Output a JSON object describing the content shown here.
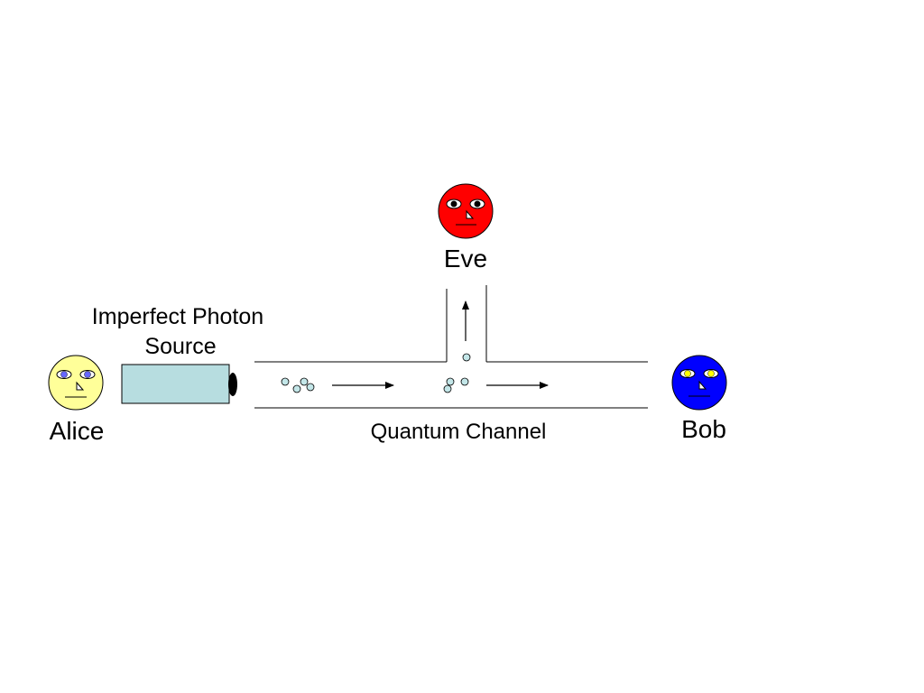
{
  "labels": {
    "alice": "Alice",
    "bob": "Bob",
    "eve": "Eve",
    "source_line1": "Imperfect Photon",
    "source_line2": "Source",
    "channel": "Quantum Channel"
  },
  "colors": {
    "alice_face": "#ffff99",
    "alice_eyes": "#6666ff",
    "bob_face": "#0000ff",
    "bob_eyes": "#ffff00",
    "eve_face": "#ff0000",
    "eve_eyes": "#000000",
    "source_body": "#b7dde0",
    "photon": "#c3e6e8",
    "lines": "#000000"
  },
  "icons": {
    "alice": "face-icon",
    "bob": "face-icon",
    "eve": "face-icon",
    "photon": "circle-icon",
    "arrow": "arrow-icon"
  }
}
